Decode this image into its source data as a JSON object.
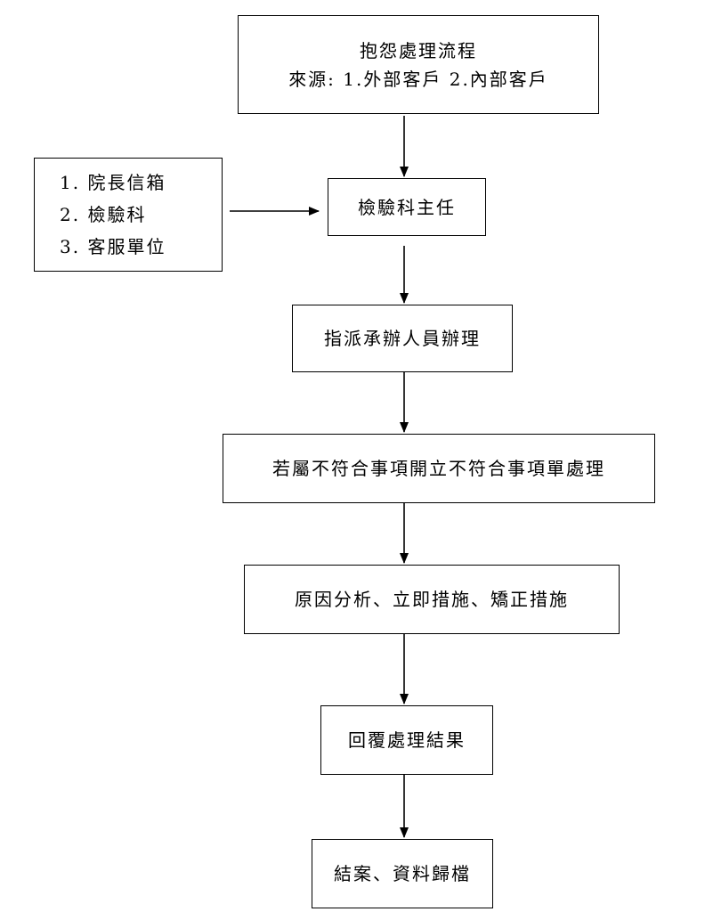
{
  "title_box": {
    "line1": "抱怨處理流程",
    "line2": "來源: 1.外部客戶 2.內部客戶"
  },
  "source_box": {
    "items": [
      "1.  院長信箱",
      "2.  檢驗科",
      "3.  客服單位"
    ]
  },
  "steps": [
    "檢驗科主任",
    "指派承辦人員辦理",
    "若屬不符合事項開立不符合事項單處理",
    "原因分析、立即措施、矯正措施",
    "回覆處理結果",
    "結案、資料歸檔"
  ]
}
